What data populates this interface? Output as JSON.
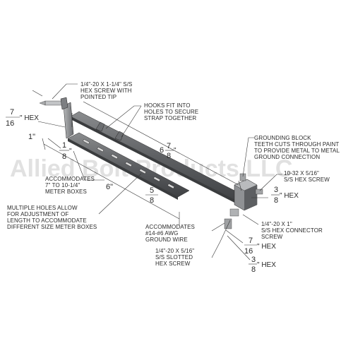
{
  "watermark": "Allied Bolt Products LLC",
  "labels": {
    "hex_screw_tip": [
      "1/4\"-20 X 1-1/4\" S/S",
      "HEX SCREW WITH",
      "POINTED TIP"
    ],
    "hooks": [
      "HOOKS FIT INTO",
      "HOLES TO SECURE",
      "STRAP TOGETHER"
    ],
    "grounding_block": [
      "GROUNDING BLOCK",
      "TEETH CUTS THROUGH PAINT",
      "TO PROVIDE METAL TO METAL",
      "GROUND CONNECTION"
    ],
    "screw_10_32": [
      "10-32 X 5/16\"",
      "S/S HEX SCREW"
    ],
    "accommodates_meter": [
      "ACCOMMODATES",
      "7\" TO 10-1/4\"",
      "METER BOXES"
    ],
    "multiple_holes": [
      "MULTIPLE HOLES ALLOW",
      "FOR ADJUSTMENT OF",
      "LENGTH TO ACCOMMODATE",
      "DIFFERENT SIZE METER BOXES"
    ],
    "accommodates_wire": [
      "ACCOMMODATES",
      "#14-#6 AWG",
      "GROUND WIRE"
    ],
    "connector_screw": [
      "1/4\"-20 X 1\"",
      "S/S HEX CONNECTOR",
      "SCREW"
    ],
    "slotted_screw": [
      "1/4\"-20 X 5/16\"",
      "S/S SLOTTED",
      "HEX SCREW"
    ]
  },
  "dimensions": {
    "hex_7_16_top": {
      "whole": "",
      "num": "7",
      "den": "16",
      "suffix": "\" HEX"
    },
    "one_inch": {
      "text": "1\""
    },
    "one_eighth": {
      "whole": "",
      "num": "1",
      "den": "8",
      "suffix": "\""
    },
    "six_7_8": {
      "whole": "6",
      "num": "7",
      "den": "8",
      "suffix": "\""
    },
    "six_5_8": {
      "whole": "6\"",
      "num": "5",
      "den": "8",
      "suffix": ""
    },
    "hex_3_8_right": {
      "whole": "",
      "num": "3",
      "den": "8",
      "suffix": "\" HEX"
    },
    "hex_7_16_bottom": {
      "whole": "",
      "num": "7",
      "den": "16",
      "suffix": "\" HEX"
    },
    "hex_3_8_bottom": {
      "whole": "",
      "num": "3",
      "den": "8",
      "suffix": "\" HEX"
    }
  }
}
